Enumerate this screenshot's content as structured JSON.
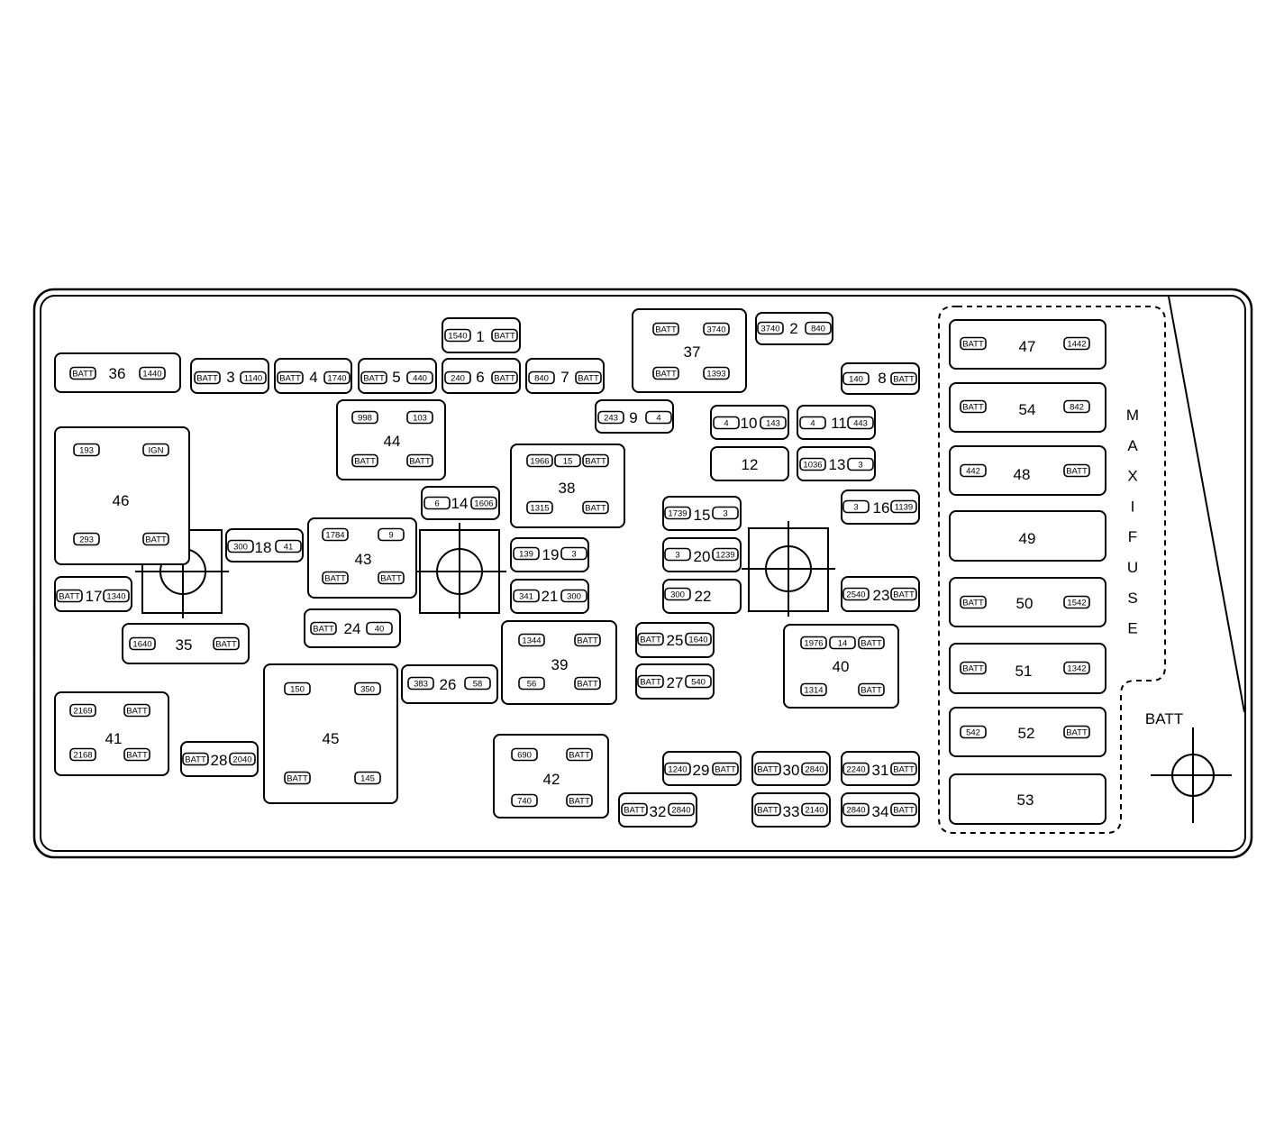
{
  "maxi_fuse_label": [
    "M",
    "A",
    "X",
    "I",
    "F",
    "U",
    "S",
    "E"
  ],
  "battery_label": "BATT",
  "components": [
    {
      "id": "36",
      "pins": [
        {
          "t": "BATT"
        },
        {
          "t": "1440"
        }
      ]
    },
    {
      "id": "3",
      "pins": [
        {
          "t": "BATT"
        },
        {
          "t": "1140"
        }
      ]
    },
    {
      "id": "4",
      "pins": [
        {
          "t": "BATT"
        },
        {
          "t": "1740"
        }
      ]
    },
    {
      "id": "5",
      "pins": [
        {
          "t": "BATT"
        },
        {
          "t": "440"
        }
      ]
    },
    {
      "id": "6",
      "pins": [
        {
          "t": "240"
        },
        {
          "t": "BATT"
        }
      ]
    },
    {
      "id": "7",
      "pins": [
        {
          "t": "840"
        },
        {
          "t": "BATT"
        }
      ]
    },
    {
      "id": "1",
      "pins": [
        {
          "t": "1540"
        },
        {
          "t": "BATT"
        }
      ]
    },
    {
      "id": "37",
      "pins": [
        {
          "t": "BATT"
        },
        {
          "t": "3740"
        },
        {
          "t": "BATT"
        },
        {
          "t": "1393"
        }
      ]
    },
    {
      "id": "2",
      "pins": [
        {
          "t": "3740"
        },
        {
          "t": "840"
        }
      ]
    },
    {
      "id": "8",
      "pins": [
        {
          "t": "140"
        },
        {
          "t": "BATT"
        }
      ]
    },
    {
      "id": "44",
      "pins": [
        {
          "t": "998"
        },
        {
          "t": "103"
        },
        {
          "t": "BATT"
        },
        {
          "t": "BATT"
        }
      ]
    },
    {
      "id": "9",
      "pins": [
        {
          "t": "243"
        },
        {
          "t": "4"
        }
      ]
    },
    {
      "id": "10",
      "pins": [
        {
          "t": "4"
        },
        {
          "t": "143"
        }
      ]
    },
    {
      "id": "11",
      "pins": [
        {
          "t": "4"
        },
        {
          "t": "443"
        }
      ]
    },
    {
      "id": "12",
      "pins": []
    },
    {
      "id": "13",
      "pins": [
        {
          "t": "1036"
        },
        {
          "t": "3"
        }
      ]
    },
    {
      "id": "46",
      "pins": [
        {
          "t": "193"
        },
        {
          "t": "IGN"
        },
        {
          "t": "293"
        },
        {
          "t": "BATT"
        }
      ]
    },
    {
      "id": "38",
      "pins": [
        {
          "t": "1966"
        },
        {
          "t": "15"
        },
        {
          "t": "BATT"
        },
        {
          "t": "1315"
        },
        {
          "t": "BATT"
        }
      ]
    },
    {
      "id": "14",
      "pins": [
        {
          "t": "6"
        },
        {
          "t": "1606"
        }
      ]
    },
    {
      "id": "15",
      "pins": [
        {
          "t": "1739"
        },
        {
          "t": "3"
        }
      ]
    },
    {
      "id": "16",
      "pins": [
        {
          "t": "3"
        },
        {
          "t": "1139"
        }
      ]
    },
    {
      "id": "18",
      "pins": [
        {
          "t": "300"
        },
        {
          "t": "41"
        }
      ]
    },
    {
      "id": "43",
      "pins": [
        {
          "t": "1784"
        },
        {
          "t": "9"
        },
        {
          "t": "BATT"
        },
        {
          "t": "BATT"
        }
      ]
    },
    {
      "id": "19",
      "pins": [
        {
          "t": "139"
        },
        {
          "t": "3"
        }
      ]
    },
    {
      "id": "20",
      "pins": [
        {
          "t": "3"
        },
        {
          "t": "1239"
        }
      ]
    },
    {
      "id": "17",
      "pins": [
        {
          "t": "BATT"
        },
        {
          "t": "1340"
        }
      ]
    },
    {
      "id": "21",
      "pins": [
        {
          "t": "341"
        },
        {
          "t": "300"
        }
      ]
    },
    {
      "id": "22",
      "pins": [
        {
          "t": "300"
        }
      ]
    },
    {
      "id": "23",
      "pins": [
        {
          "t": "2540"
        },
        {
          "t": "BATT"
        }
      ]
    },
    {
      "id": "24",
      "pins": [
        {
          "t": "BATT"
        },
        {
          "t": "40"
        }
      ]
    },
    {
      "id": "35",
      "pins": [
        {
          "t": "1640"
        },
        {
          "t": "BATT"
        }
      ]
    },
    {
      "id": "39",
      "pins": [
        {
          "t": "1344"
        },
        {
          "t": "BATT"
        },
        {
          "t": "56"
        },
        {
          "t": "BATT"
        }
      ]
    },
    {
      "id": "25",
      "pins": [
        {
          "t": "BATT"
        },
        {
          "t": "1640"
        }
      ]
    },
    {
      "id": "40",
      "pins": [
        {
          "t": "1976"
        },
        {
          "t": "14"
        },
        {
          "t": "BATT"
        },
        {
          "t": "1314"
        },
        {
          "t": "BATT"
        }
      ]
    },
    {
      "id": "26",
      "pins": [
        {
          "t": "383"
        },
        {
          "t": "58"
        }
      ]
    },
    {
      "id": "27",
      "pins": [
        {
          "t": "BATT"
        },
        {
          "t": "540"
        }
      ]
    },
    {
      "id": "45",
      "pins": [
        {
          "t": "150"
        },
        {
          "t": "350"
        },
        {
          "t": "BATT"
        },
        {
          "t": "145"
        }
      ]
    },
    {
      "id": "41",
      "pins": [
        {
          "t": "2169"
        },
        {
          "t": "BATT"
        },
        {
          "t": "2168"
        },
        {
          "t": "BATT"
        }
      ]
    },
    {
      "id": "28",
      "pins": [
        {
          "t": "BATT"
        },
        {
          "t": "2040"
        }
      ]
    },
    {
      "id": "42",
      "pins": [
        {
          "t": "690"
        },
        {
          "t": "BATT"
        },
        {
          "t": "740"
        },
        {
          "t": "BATT"
        }
      ]
    },
    {
      "id": "29",
      "pins": [
        {
          "t": "1240"
        },
        {
          "t": "BATT"
        }
      ]
    },
    {
      "id": "30",
      "pins": [
        {
          "t": "BATT"
        },
        {
          "t": "2840"
        }
      ]
    },
    {
      "id": "31",
      "pins": [
        {
          "t": "2240"
        },
        {
          "t": "BATT"
        }
      ]
    },
    {
      "id": "32",
      "pins": [
        {
          "t": "BATT"
        },
        {
          "t": "2840"
        }
      ]
    },
    {
      "id": "33",
      "pins": [
        {
          "t": "BATT"
        },
        {
          "t": "2140"
        }
      ]
    },
    {
      "id": "34",
      "pins": [
        {
          "t": "2840"
        },
        {
          "t": "BATT"
        }
      ]
    },
    {
      "id": "47",
      "pins": [
        {
          "t": "BATT"
        },
        {
          "t": "1442"
        }
      ]
    },
    {
      "id": "54",
      "pins": [
        {
          "t": "BATT"
        },
        {
          "t": "842"
        }
      ]
    },
    {
      "id": "48",
      "pins": [
        {
          "t": "442"
        },
        {
          "t": "BATT"
        }
      ]
    },
    {
      "id": "49",
      "pins": []
    },
    {
      "id": "50",
      "pins": [
        {
          "t": "BATT"
        },
        {
          "t": "1542"
        }
      ]
    },
    {
      "id": "51",
      "pins": [
        {
          "t": "BATT"
        },
        {
          "t": "1342"
        }
      ]
    },
    {
      "id": "52",
      "pins": [
        {
          "t": "542"
        },
        {
          "t": "BATT"
        }
      ]
    },
    {
      "id": "53",
      "pins": []
    }
  ]
}
